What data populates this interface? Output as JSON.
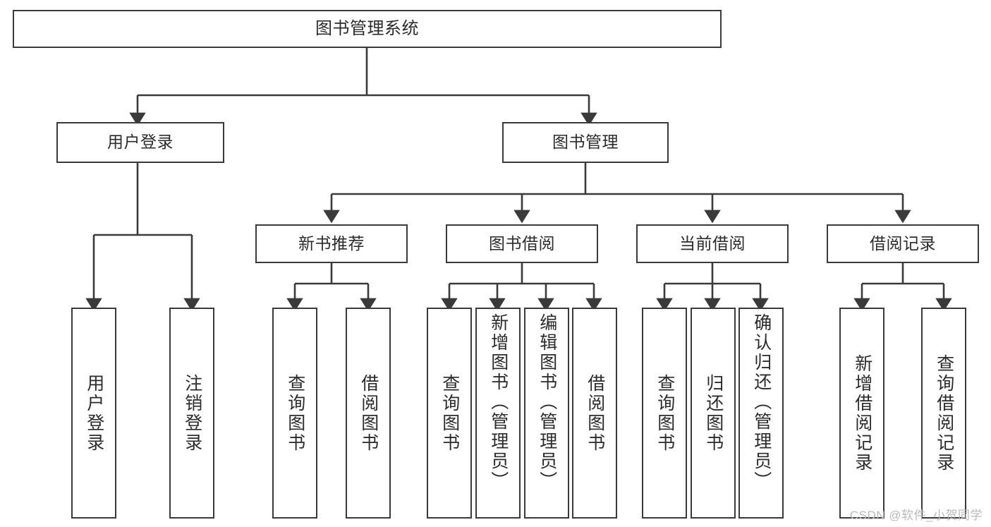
{
  "diagram": {
    "title": "图书管理系统",
    "type": "tree-hierarchy-chart",
    "orientation": "top-down",
    "colors": {
      "box_border": "#3a3a3a",
      "box_fill": "#ffffff",
      "text": "#2b2b2b",
      "connector": "#3a3a3a",
      "watermark": "#b9b9b9"
    },
    "root": {
      "id": "root",
      "label": "图书管理系统",
      "text_direction": "horizontal"
    },
    "level2": [
      {
        "id": "user-login",
        "label": "用户登录",
        "text_direction": "horizontal"
      },
      {
        "id": "book-management",
        "label": "图书管理",
        "text_direction": "horizontal"
      }
    ],
    "level3": [
      {
        "id": "new-book-recommend",
        "parent": "book-management",
        "label": "新书推荐",
        "text_direction": "horizontal"
      },
      {
        "id": "book-borrow",
        "parent": "book-management",
        "label": "图书借阅",
        "text_direction": "horizontal"
      },
      {
        "id": "current-borrow",
        "parent": "book-management",
        "label": "当前借阅",
        "text_direction": "horizontal"
      },
      {
        "id": "borrow-record",
        "parent": "book-management",
        "label": "借阅记录",
        "text_direction": "horizontal"
      }
    ],
    "leaves": [
      {
        "id": "leaf-user-login",
        "parent": "user-login",
        "label": "用户登录",
        "text_direction": "vertical"
      },
      {
        "id": "leaf-logout-login",
        "parent": "user-login",
        "label": "注销登录",
        "text_direction": "vertical"
      },
      {
        "id": "leaf-query-book-1",
        "parent": "new-book-recommend",
        "label": "查询图书",
        "text_direction": "vertical"
      },
      {
        "id": "leaf-borrow-book-1",
        "parent": "new-book-recommend",
        "label": "借阅图书",
        "text_direction": "vertical"
      },
      {
        "id": "leaf-query-book-2",
        "parent": "book-borrow",
        "label": "查询图书",
        "text_direction": "vertical"
      },
      {
        "id": "leaf-add-book",
        "parent": "book-borrow",
        "label": "新增图书（管理员）",
        "text_direction": "vertical"
      },
      {
        "id": "leaf-edit-book",
        "parent": "book-borrow",
        "label": "编辑图书（管理员）",
        "text_direction": "vertical"
      },
      {
        "id": "leaf-borrow-book-2",
        "parent": "book-borrow",
        "label": "借阅图书",
        "text_direction": "vertical"
      },
      {
        "id": "leaf-query-book-3",
        "parent": "current-borrow",
        "label": "查询图书",
        "text_direction": "vertical"
      },
      {
        "id": "leaf-return-book",
        "parent": "current-borrow",
        "label": "归还图书",
        "text_direction": "vertical"
      },
      {
        "id": "leaf-confirm-return",
        "parent": "current-borrow",
        "label": "确认归还（管理员）",
        "text_direction": "vertical"
      },
      {
        "id": "leaf-add-record",
        "parent": "borrow-record",
        "label": "新增借阅记录",
        "text_direction": "vertical"
      },
      {
        "id": "leaf-query-record",
        "parent": "borrow-record",
        "label": "查询借阅记录",
        "text_direction": "vertical"
      }
    ],
    "watermark": "CSDN @软件_小贺同学"
  }
}
